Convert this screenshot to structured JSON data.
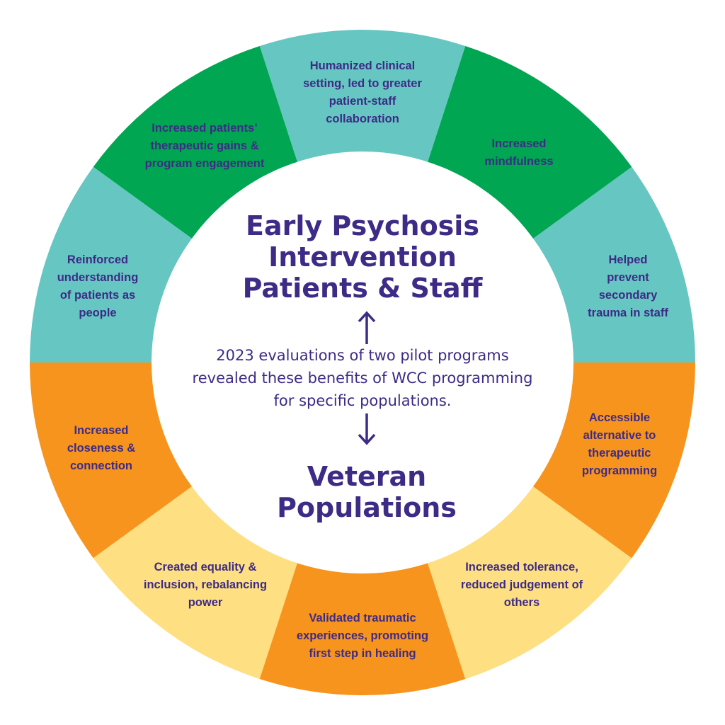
{
  "colors": {
    "teal": "#66c6c2",
    "green": "#00a651",
    "orange": "#f7941d",
    "yellow": "#fedf81",
    "text": "#3d2b86"
  },
  "top_group": {
    "title_lines": [
      "Early Psychosis",
      "Intervention",
      "Patients & Staff"
    ]
  },
  "bottom_group": {
    "title_lines": [
      "Veteran",
      "Populations"
    ]
  },
  "center_text": {
    "lines": [
      "2023 evaluations of two pilot programs",
      "revealed these benefits of WCC programming",
      "for specific populations."
    ]
  },
  "segments": [
    {
      "color": "teal",
      "lines": [
        "Helped",
        "prevent",
        "secondary",
        "trauma in staff"
      ]
    },
    {
      "color": "green",
      "lines": [
        "Increased",
        "mindfulness"
      ]
    },
    {
      "color": "teal",
      "lines": [
        "Humanized clinical",
        "setting, led to greater",
        "patient-staff",
        "collaboration"
      ]
    },
    {
      "color": "green",
      "lines": [
        "Increased patients’",
        "therapeutic gains &",
        "program engagement"
      ]
    },
    {
      "color": "teal",
      "lines": [
        "Reinforced",
        "understanding",
        "of patients as",
        "people"
      ]
    },
    {
      "color": "orange",
      "lines": [
        "Increased",
        "closeness &",
        "connection"
      ]
    },
    {
      "color": "yellow",
      "lines": [
        "Created equality &",
        "inclusion, rebalancing",
        "power"
      ]
    },
    {
      "color": "orange",
      "lines": [
        "Validated traumatic",
        "experiences, promoting",
        "first step in healing"
      ]
    },
    {
      "color": "yellow",
      "lines": [
        "Increased tolerance,",
        "reduced judgement of",
        "others"
      ]
    },
    {
      "color": "orange",
      "lines": [
        "Accessible",
        "alternative to",
        "therapeutic",
        "programming"
      ]
    }
  ]
}
